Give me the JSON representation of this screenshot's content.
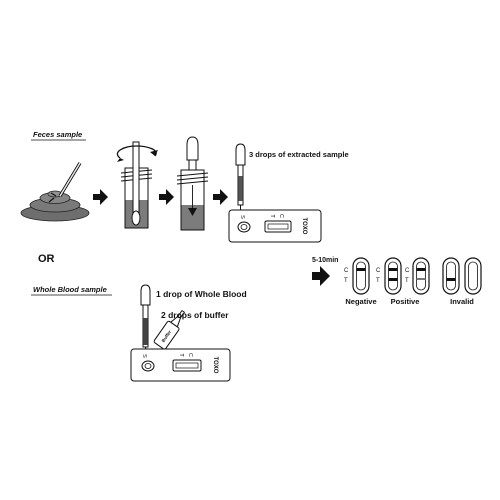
{
  "feces": {
    "section_title": "Feces sample",
    "step_label": "3 drops of extracted sample",
    "cassette": {
      "label": "TOXO",
      "s_mark": "S",
      "t_mark": "T",
      "c_mark": "C"
    }
  },
  "or_label": "OR",
  "blood": {
    "section_title": "Whole Blood sample",
    "step1_label": "1 drop of Whole Blood",
    "step2_label": "2 drops of buffer",
    "bottle_label": "Buffer",
    "cassette": {
      "label": "TOXO",
      "s_mark": "S",
      "t_mark": "T",
      "c_mark": "C"
    }
  },
  "results": {
    "time_label": "5-10min",
    "c_mark": "C",
    "t_mark": "T",
    "categories": [
      {
        "label": "Negative"
      },
      {
        "label": "Positive"
      },
      {
        "label": "Invalid"
      }
    ]
  }
}
